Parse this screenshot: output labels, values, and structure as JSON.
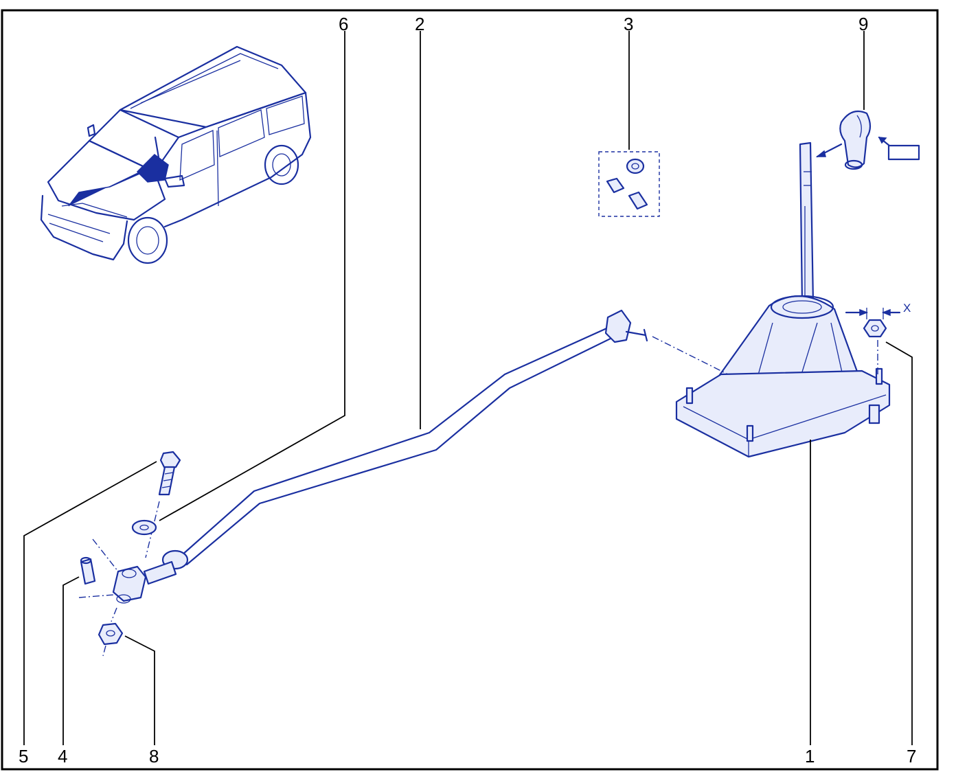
{
  "callouts": {
    "c1": "1",
    "c2": "2",
    "c3": "3",
    "c4": "4",
    "c5": "5",
    "c6": "6",
    "c7": "7",
    "c8": "8",
    "c9": "9"
  },
  "dimension_label": "X",
  "colors": {
    "line": "#1a2fa0",
    "leader": "#000000",
    "frame": "#000000"
  }
}
